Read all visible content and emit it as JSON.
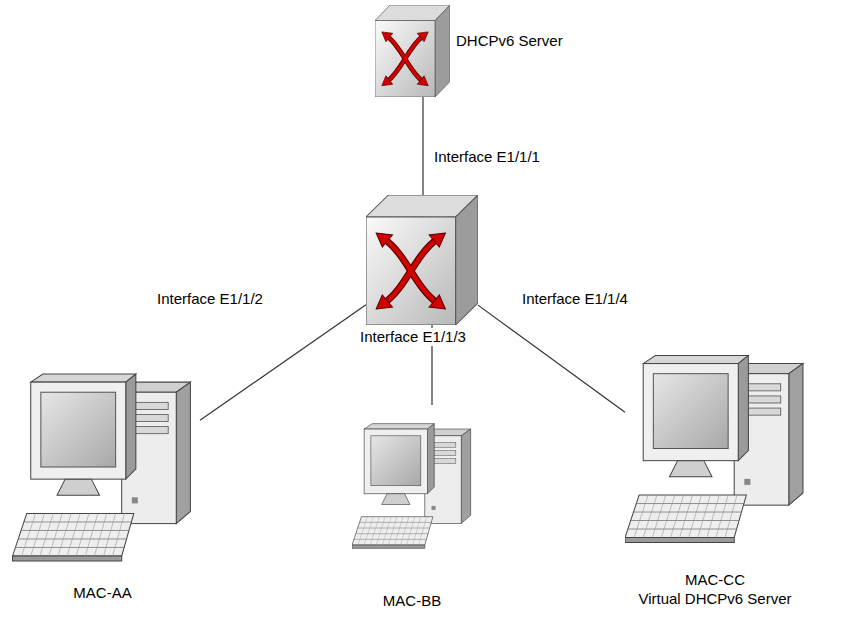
{
  "diagram": {
    "nodes": [
      {
        "text": [
          "DHCPv6 Server"
        ]
      },
      {
        "text": []
      },
      {
        "text": [
          "MAC-AA"
        ]
      },
      {
        "text": [
          "MAC-BB"
        ]
      },
      {
        "text": [
          "MAC-CC",
          "Virtual DHCPv6 Server"
        ]
      }
    ],
    "edges": [
      {
        "from": 0,
        "to": 1,
        "arrow": "none",
        "label": "Interface E1/1/1"
      },
      {
        "from": 1,
        "to": 2,
        "arrow": "none",
        "label": "Interface E1/1/2"
      },
      {
        "from": 1,
        "to": 3,
        "arrow": "none",
        "label": "Interface E1/1/3"
      },
      {
        "from": 1,
        "to": 4,
        "arrow": "none",
        "label": "Interface E1/1/4"
      }
    ]
  }
}
